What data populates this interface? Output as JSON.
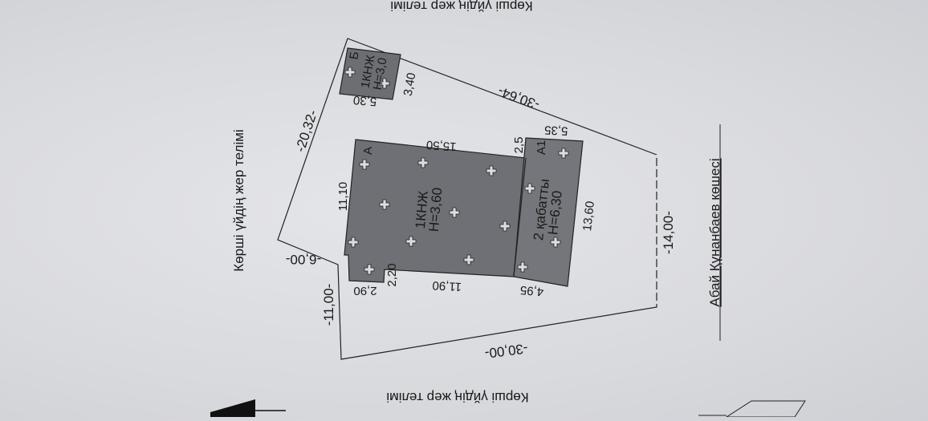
{
  "labels": {
    "neighbor_top": "Көрші үйдің жер телімі",
    "neighbor_left": "Көрші үйдің жер телімі",
    "neighbor_bottom": "Көрші үйдің жер телімі",
    "street": "Абай Құнанбаев көшесі"
  },
  "plot_dimensions": {
    "side_top": "-30,64-",
    "side_top_left": "-20,32-",
    "side_left_short": "-6,00-",
    "side_left": "-11,00-",
    "side_bottom": "-30,00-",
    "side_street": "-14,00-"
  },
  "building_a": {
    "letter": "А",
    "name": "1КНЖ",
    "height": "H=3,60",
    "dim_top": "15,50",
    "dim_left": "11,10",
    "dim_bottom": "11,90",
    "dim_notch_w": "2,90",
    "dim_notch_h": "2,20",
    "dim_step": "2,5"
  },
  "building_a1": {
    "letter": "А1",
    "floors": "2 қабатты",
    "height": "H=6,30",
    "dim_top": "5,35",
    "dim_right": "13,60",
    "dim_bottom": "4,95"
  },
  "building_b": {
    "letter": "Б",
    "name": "1КНЖ",
    "height": "H=3,0",
    "dim_w": "5,30",
    "dim_h": "3,40"
  },
  "colors": {
    "building_fill": "#6f7075",
    "building_a1_fill": "#75767b",
    "line": "#222222",
    "paper": "#dcdde1"
  }
}
